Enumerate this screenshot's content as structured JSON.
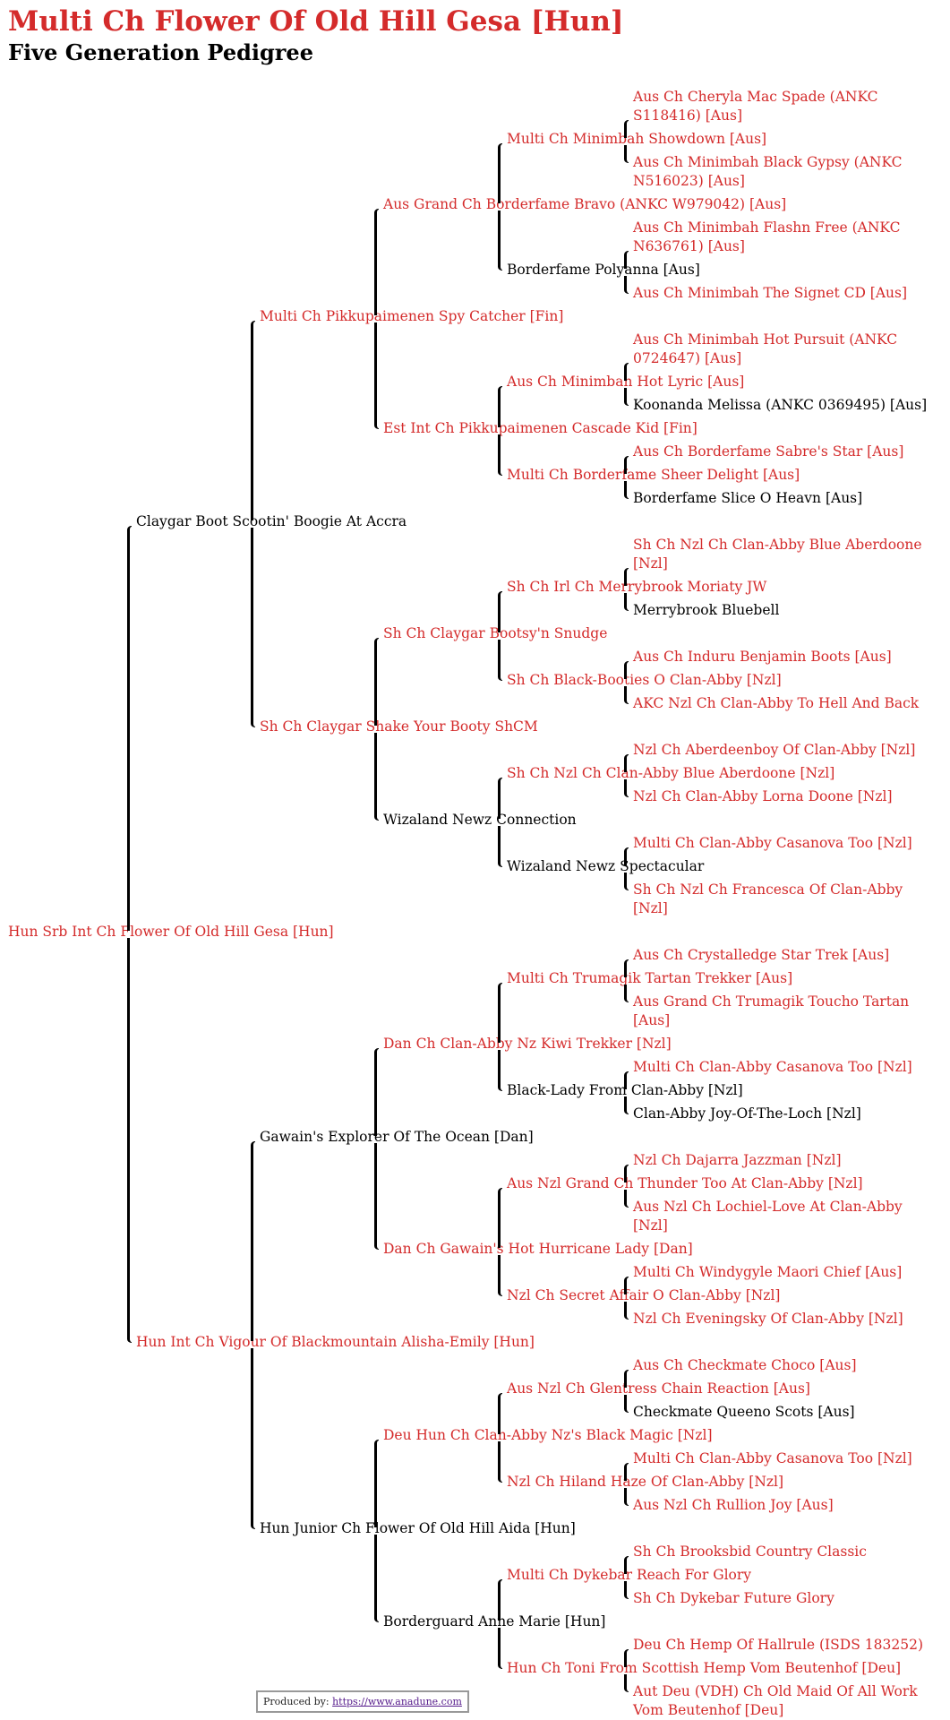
{
  "header": {
    "title": "Multi Ch Flower Of Old Hill Gesa [Hun]",
    "subtitle": "Five Generation Pedigree"
  },
  "colors": {
    "champion": "#d42b2b",
    "plain": "#000000"
  },
  "pedigree": {
    "name": "Hun Srb Int Ch Flower Of Old Hill Gesa [Hun]",
    "champion": true,
    "sire": {
      "name": "Claygar Boot Scootin' Boogie At Accra",
      "champion": false,
      "sire": {
        "name": "Multi Ch Pikkupaimenen Spy Catcher [Fin]",
        "champion": true,
        "sire": {
          "name": "Aus Grand Ch Borderfame Bravo (ANKC W979042) [Aus]",
          "champion": true,
          "sire": {
            "name": "Multi Ch Minimbah Showdown [Aus]",
            "champion": true,
            "sire": {
              "name": "Aus Ch Cheryla Mac Spade (ANKC S118416) [Aus]",
              "champion": true
            },
            "dam": {
              "name": "Aus Ch Minimbah Black Gypsy (ANKC N516023) [Aus]",
              "champion": true
            }
          },
          "dam": {
            "name": "Borderfame Polyanna [Aus]",
            "champion": false,
            "sire": {
              "name": "Aus Ch Minimbah Flashn Free (ANKC N636761) [Aus]",
              "champion": true
            },
            "dam": {
              "name": "Aus Ch Minimbah The Signet CD [Aus]",
              "champion": true
            }
          }
        },
        "dam": {
          "name": "Est Int Ch Pikkupaimenen Cascade Kid [Fin]",
          "champion": true,
          "sire": {
            "name": "Aus Ch Minimbah Hot Lyric [Aus]",
            "champion": true,
            "sire": {
              "name": "Aus Ch Minimbah Hot Pursuit (ANKC 0724647) [Aus]",
              "champion": true
            },
            "dam": {
              "name": "Koonanda Melissa (ANKC 0369495) [Aus]",
              "champion": false
            }
          },
          "dam": {
            "name": "Multi Ch Borderfame Sheer Delight [Aus]",
            "champion": true,
            "sire": {
              "name": "Aus Ch Borderfame Sabre's Star [Aus]",
              "champion": true
            },
            "dam": {
              "name": "Borderfame Slice O Heavn [Aus]",
              "champion": false
            }
          }
        }
      },
      "dam": {
        "name": "Sh Ch Claygar Shake Your Booty ShCM",
        "champion": true,
        "sire": {
          "name": "Sh Ch Claygar Bootsy'n Snudge",
          "champion": true,
          "sire": {
            "name": "Sh Ch Irl Ch Merrybrook Moriaty JW",
            "champion": true,
            "sire": {
              "name": "Sh Ch Nzl Ch Clan-Abby Blue Aberdoone [Nzl]",
              "champion": true
            },
            "dam": {
              "name": "Merrybrook Bluebell",
              "champion": false
            }
          },
          "dam": {
            "name": "Sh Ch Black-Booties O Clan-Abby [Nzl]",
            "champion": true,
            "sire": {
              "name": "Aus Ch Induru Benjamin Boots [Aus]",
              "champion": true
            },
            "dam": {
              "name": "AKC Nzl Ch Clan-Abby To Hell And Back",
              "champion": true
            }
          }
        },
        "dam": {
          "name": "Wizaland Newz Connection",
          "champion": false,
          "sire": {
            "name": "Sh Ch Nzl Ch Clan-Abby Blue Aberdoone [Nzl]",
            "champion": true,
            "sire": {
              "name": "Nzl Ch Aberdeenboy Of Clan-Abby [Nzl]",
              "champion": true
            },
            "dam": {
              "name": "Nzl Ch Clan-Abby Lorna Doone [Nzl]",
              "champion": true
            }
          },
          "dam": {
            "name": "Wizaland Newz Spectacular",
            "champion": false,
            "sire": {
              "name": "Multi Ch Clan-Abby Casanova Too [Nzl]",
              "champion": true
            },
            "dam": {
              "name": "Sh Ch Nzl Ch Francesca Of Clan-Abby [Nzl]",
              "champion": true
            }
          }
        }
      }
    },
    "dam": {
      "name": "Hun Int Ch Vigour Of Blackmountain Alisha-Emily [Hun]",
      "champion": true,
      "sire": {
        "name": "Gawain's Explorer Of The Ocean [Dan]",
        "champion": false,
        "sire": {
          "name": "Dan Ch Clan-Abby Nz Kiwi Trekker [Nzl]",
          "champion": true,
          "sire": {
            "name": "Multi Ch Trumagik Tartan Trekker [Aus]",
            "champion": true,
            "sire": {
              "name": "Aus Ch Crystalledge Star Trek [Aus]",
              "champion": true
            },
            "dam": {
              "name": "Aus Grand Ch Trumagik Toucho Tartan [Aus]",
              "champion": true
            }
          },
          "dam": {
            "name": "Black-Lady From Clan-Abby [Nzl]",
            "champion": false,
            "sire": {
              "name": "Multi Ch Clan-Abby Casanova Too [Nzl]",
              "champion": true
            },
            "dam": {
              "name": "Clan-Abby Joy-Of-The-Loch [Nzl]",
              "champion": false
            }
          }
        },
        "dam": {
          "name": "Dan Ch Gawain's Hot Hurricane Lady [Dan]",
          "champion": true,
          "sire": {
            "name": "Aus Nzl Grand Ch Thunder Too At Clan-Abby [Nzl]",
            "champion": true,
            "sire": {
              "name": "Nzl Ch Dajarra Jazzman [Nzl]",
              "champion": true
            },
            "dam": {
              "name": "Aus Nzl Ch Lochiel-Love At Clan-Abby [Nzl]",
              "champion": true
            }
          },
          "dam": {
            "name": "Nzl Ch Secret Affair O Clan-Abby [Nzl]",
            "champion": true,
            "sire": {
              "name": "Multi Ch Windygyle Maori Chief [Aus]",
              "champion": true
            },
            "dam": {
              "name": "Nzl Ch Eveningsky Of Clan-Abby [Nzl]",
              "champion": true
            }
          }
        }
      },
      "dam": {
        "name": "Hun Junior Ch Flower Of Old Hill Aida [Hun]",
        "champion": false,
        "sire": {
          "name": "Deu Hun Ch Clan-Abby Nz's Black Magic [Nzl]",
          "champion": true,
          "sire": {
            "name": "Aus Nzl Ch Glentress Chain Reaction [Aus]",
            "champion": true,
            "sire": {
              "name": "Aus Ch Checkmate Choco [Aus]",
              "champion": true
            },
            "dam": {
              "name": "Checkmate Queeno Scots [Aus]",
              "champion": false
            }
          },
          "dam": {
            "name": "Nzl Ch Hiland Haze Of Clan-Abby [Nzl]",
            "champion": true,
            "sire": {
              "name": "Multi Ch Clan-Abby Casanova Too [Nzl]",
              "champion": true
            },
            "dam": {
              "name": "Aus Nzl Ch Rullion Joy [Aus]",
              "champion": true
            }
          }
        },
        "dam": {
          "name": "Borderguard Anne Marie [Hun]",
          "champion": false,
          "sire": {
            "name": "Multi Ch Dykebar Reach For Glory",
            "champion": true,
            "sire": {
              "name": "Sh Ch Brooksbid Country Classic",
              "champion": true
            },
            "dam": {
              "name": "Sh Ch Dykebar Future Glory",
              "champion": true
            }
          },
          "dam": {
            "name": "Hun Ch Toni From Scottish Hemp Vom Beutenhof [Deu]",
            "champion": true,
            "sire": {
              "name": "Deu Ch Hemp Of Hallrule (ISDS 183252)",
              "champion": true
            },
            "dam": {
              "name": "Aut Deu (VDH) Ch Old Maid Of All Work Vom Beutenhof [Deu]",
              "champion": true
            }
          }
        }
      }
    }
  },
  "footer": {
    "label": "Produced by:",
    "link_text": "https://www.anadune.com"
  }
}
